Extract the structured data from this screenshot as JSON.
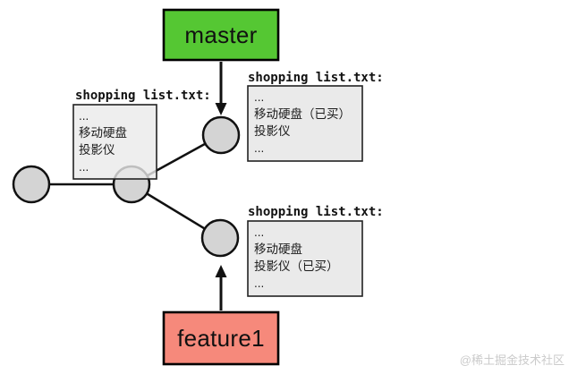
{
  "diagram": {
    "branch_tags": {
      "master": {
        "label": "master",
        "fill": "#55C733"
      },
      "feature1": {
        "label": "feature1",
        "fill": "#F6897B"
      }
    },
    "file_boxes": {
      "parent_commit": {
        "title": "shopping list.txt:",
        "lines": [
          "...",
          "移动硬盘",
          "投影仪",
          "..."
        ]
      },
      "master_commit": {
        "title": "shopping list.txt:",
        "lines": [
          "...",
          "移动硬盘（已买）",
          "投影仪",
          "..."
        ]
      },
      "feature1_commit": {
        "title": "shopping list.txt:",
        "lines": [
          "...",
          "移动硬盘",
          "投影仪（已买）",
          "..."
        ]
      }
    },
    "colors": {
      "commit_node_fill": "#D4D4D4",
      "edge_stroke": "#111111",
      "file_box_fill": "#EAEAEA",
      "file_box_stroke": "#222222"
    }
  },
  "watermark": {
    "text": "@稀土掘金技术社区",
    "color": "#CBCBCB"
  }
}
